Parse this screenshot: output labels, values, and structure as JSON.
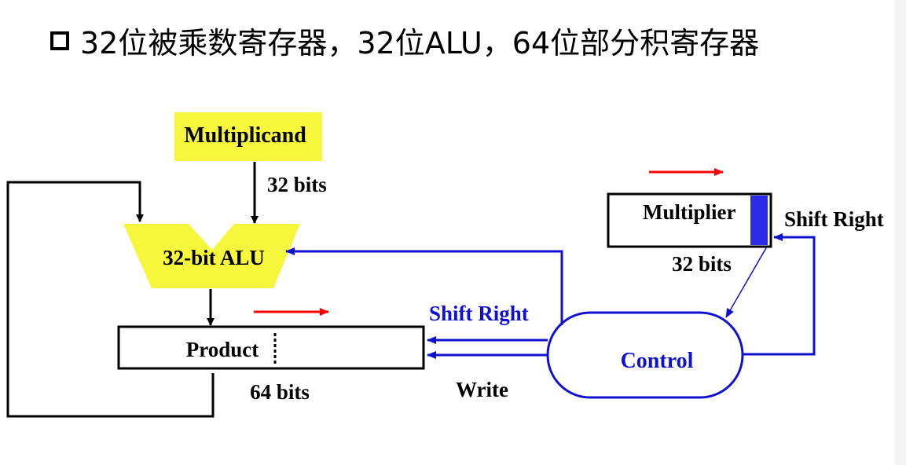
{
  "title": "32位被乘数寄存器，32位ALU，64位部分积寄存器",
  "diagram": {
    "multiplicand_label": "Multiplicand",
    "multiplicand_bits": "32 bits",
    "alu_label": "32-bit ALU",
    "product_label": "Product",
    "product_bits": "64 bits",
    "multiplier_label": "Multiplier",
    "multiplier_bits": "32 bits",
    "multiplier_shift_label": "Shift Right",
    "product_shift_label": "Shift Right",
    "write_label": "Write",
    "control_label": "Control",
    "colors": {
      "highlight_yellow": "#f6f63c",
      "control_blue": "#1010d0",
      "shift_arrow_red": "#ff0000",
      "multiplier_bar": "#2b2be8"
    }
  }
}
